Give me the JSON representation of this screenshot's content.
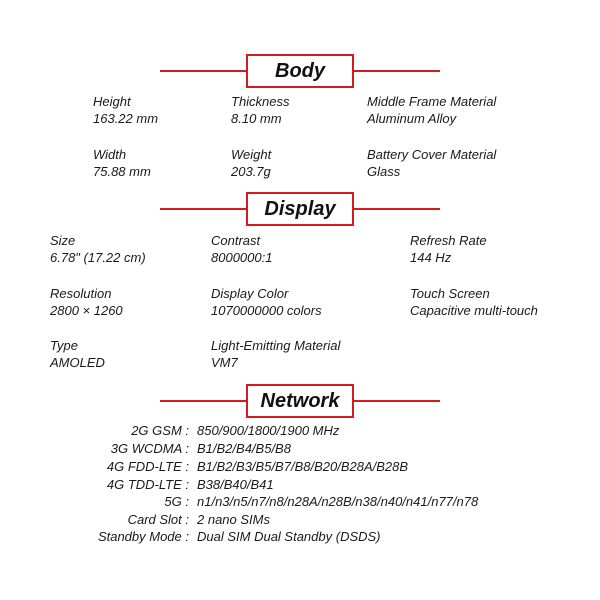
{
  "body": {
    "title": "Body",
    "specs": [
      {
        "label": "Height",
        "value": "163.22 mm"
      },
      {
        "label": "Thickness",
        "value": "8.10 mm"
      },
      {
        "label": "Middle Frame Material",
        "value": "Aluminum Alloy"
      },
      {
        "label": "Width",
        "value": "75.88 mm"
      },
      {
        "label": "Weight",
        "value": "203.7g"
      },
      {
        "label": "Battery Cover Material",
        "value": "Glass"
      }
    ]
  },
  "display": {
    "title": "Display",
    "specs": [
      {
        "label": "Size",
        "value": "6.78\" (17.22 cm)"
      },
      {
        "label": "Contrast",
        "value": "8000000:1"
      },
      {
        "label": "Refresh Rate",
        "value": "144 Hz"
      },
      {
        "label": "Resolution",
        "value": "2800 × 1260"
      },
      {
        "label": "Display Color",
        "value": "1070000000 colors"
      },
      {
        "label": "Touch Screen",
        "value": "Capacitive multi-touch"
      },
      {
        "label": "Type",
        "value": "AMOLED"
      },
      {
        "label": "Light-Emitting Material",
        "value": "VM7"
      }
    ]
  },
  "network": {
    "title": "Network",
    "rows": [
      {
        "label": "2G GSM :",
        "value": "850/900/1800/1900 MHz"
      },
      {
        "label": "3G WCDMA :",
        "value": "B1/B2/B4/B5/B8"
      },
      {
        "label": "4G FDD-LTE :",
        "value": "B1/B2/B3/B5/B7/B8/B20/B28A/B28B"
      },
      {
        "label": "4G TDD-LTE :",
        "value": "B38/B40/B41"
      },
      {
        "label": "5G :",
        "value": "n1/n3/n5/n7/n8/n28A/n28B/n38/n40/n41/n77/n78"
      },
      {
        "label": "Card Slot :",
        "value": "2 nano SIMs"
      },
      {
        "label": "Standby Mode :",
        "value": "Dual SIM Dual Standby (DSDS)"
      }
    ]
  },
  "colors": {
    "accent": "#d71920",
    "text": "#1a1a1a"
  }
}
